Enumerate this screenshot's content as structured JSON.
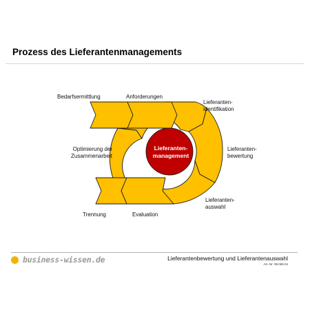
{
  "title": "Prozess des Lieferantenmanagements",
  "center": {
    "label": "Lieferanten-\nmanagement"
  },
  "steps": [
    {
      "label": "Bedarfsermittlung"
    },
    {
      "label": "Anforderungen"
    },
    {
      "label": "Lieferanten-\nidentifikation"
    },
    {
      "label": "Lieferanten-\nbewertung"
    },
    {
      "label": "Lieferanten-\nauswahl"
    },
    {
      "label": "Evaluation"
    },
    {
      "label": "Trennung"
    },
    {
      "label": "Optimierung der\nZusammenarbeit"
    }
  ],
  "colors": {
    "segment": "#ffc000",
    "outline": "#1a1a1a",
    "center": "#c00000",
    "brand_dot": "#f0b400",
    "brand_text": "#9a9a9a"
  },
  "footer": {
    "brand": "business-wissen.de",
    "title": "Lieferantenbewertung und Lieferantenauswahl",
    "art_nr": "Art.-Nr. 99.069.04"
  }
}
